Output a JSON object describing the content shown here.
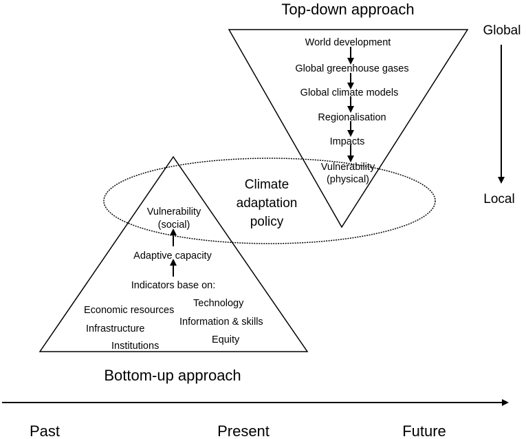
{
  "top_down": {
    "title": "Top-down approach",
    "steps": [
      "World development",
      "Global greenhouse gases",
      "Global climate models",
      "Regionalisation",
      "Impacts",
      "Vulnerability",
      "(physical)"
    ]
  },
  "bottom_up": {
    "title": "Bottom-up approach",
    "steps": [
      "Vulnerability",
      "(social)",
      "Adaptive capacity",
      "Indicators base on:"
    ],
    "indicators": [
      "Economic resources",
      "Technology",
      "Infrastructure",
      "Information & skills",
      "Institutions",
      "Equity"
    ]
  },
  "center": {
    "line1": "Climate",
    "line2": "adaptation",
    "line3": "policy"
  },
  "scale": {
    "top": "Global",
    "bottom": "Local"
  },
  "timeline": {
    "past": "Past",
    "present": "Present",
    "future": "Future"
  }
}
